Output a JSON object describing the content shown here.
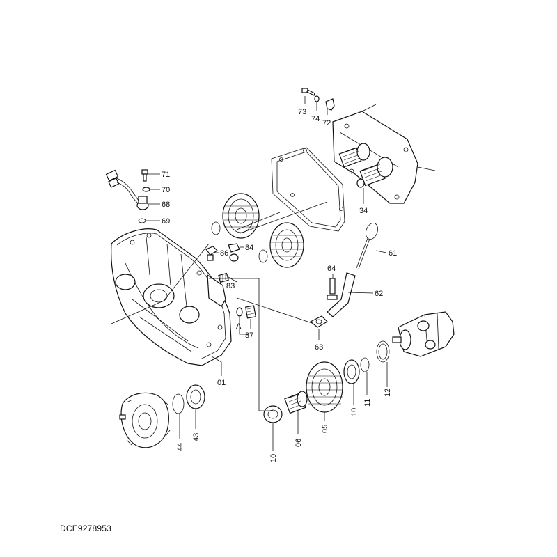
{
  "document_code": "DCE9278953",
  "callouts": [
    {
      "id": "c73",
      "text": "73"
    },
    {
      "id": "c74",
      "text": "74"
    },
    {
      "id": "c72",
      "text": "72"
    },
    {
      "id": "c71",
      "text": "71"
    },
    {
      "id": "c70",
      "text": "70"
    },
    {
      "id": "c68",
      "text": "68"
    },
    {
      "id": "c69",
      "text": "69"
    },
    {
      "id": "c34",
      "text": "34"
    },
    {
      "id": "c86",
      "text": "86"
    },
    {
      "id": "c84",
      "text": "84"
    },
    {
      "id": "c83",
      "text": "83"
    },
    {
      "id": "c61",
      "text": "61"
    },
    {
      "id": "c64",
      "text": "64"
    },
    {
      "id": "c62",
      "text": "62"
    },
    {
      "id": "cA",
      "text": "A"
    },
    {
      "id": "c87",
      "text": "87"
    },
    {
      "id": "c63",
      "text": "63"
    },
    {
      "id": "c01",
      "text": "01"
    },
    {
      "id": "c12",
      "text": "12"
    },
    {
      "id": "c11",
      "text": "11"
    },
    {
      "id": "c10a",
      "text": "10"
    },
    {
      "id": "c05",
      "text": "05"
    },
    {
      "id": "c06",
      "text": "06"
    },
    {
      "id": "c10b",
      "text": "10"
    },
    {
      "id": "c44",
      "text": "44"
    },
    {
      "id": "c43",
      "text": "43"
    }
  ]
}
